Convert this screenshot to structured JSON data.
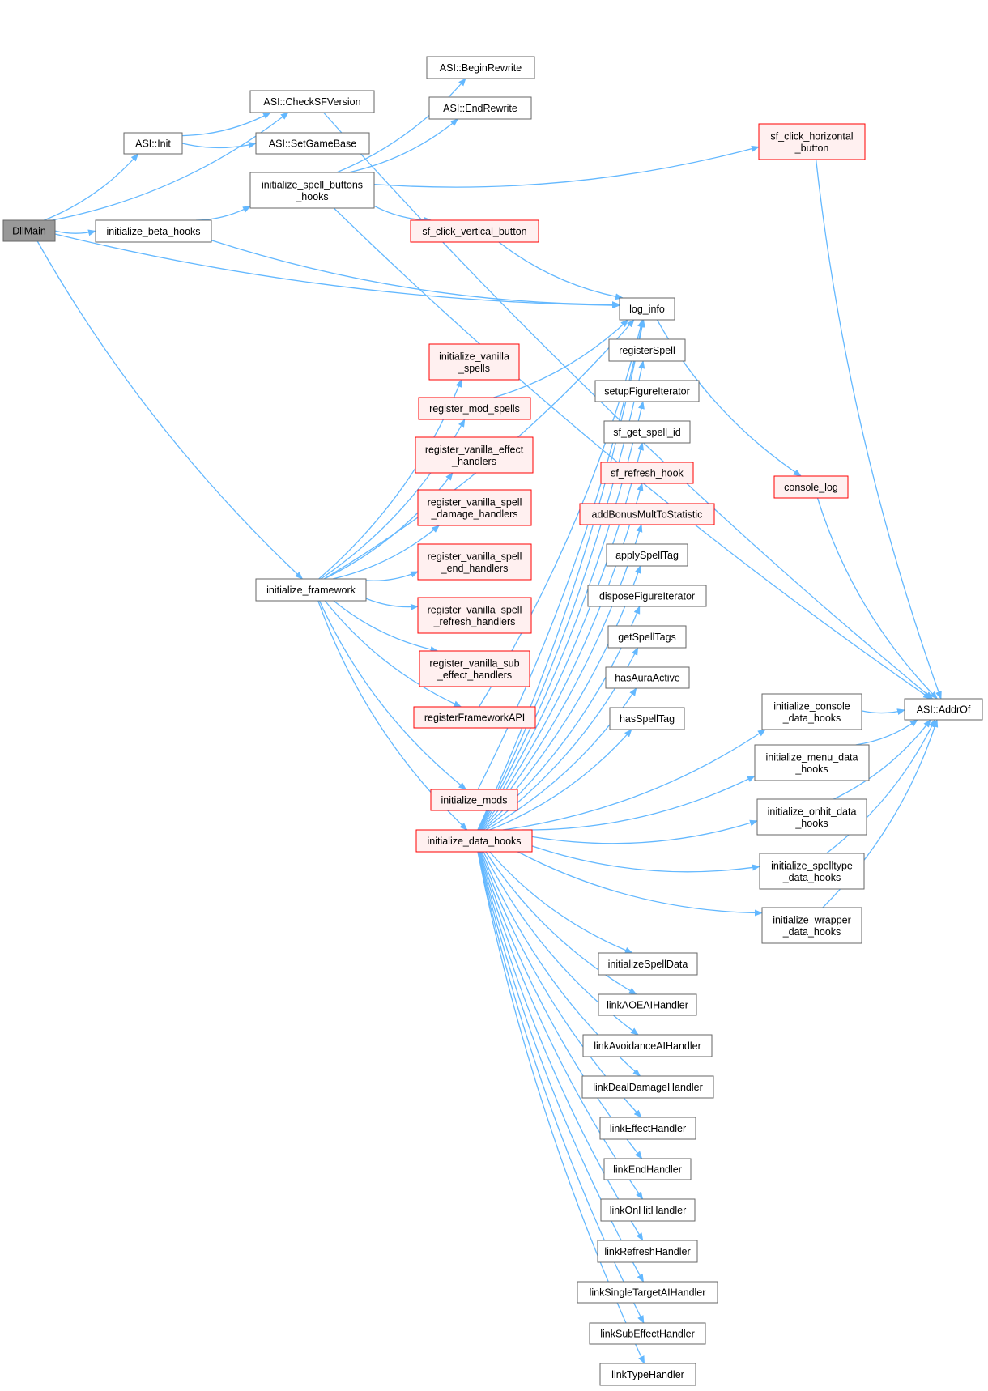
{
  "nodes": [
    {
      "id": "dllmain",
      "lines": [
        "DllMain"
      ],
      "style": "current"
    },
    {
      "id": "asi_init",
      "lines": [
        "ASI::Init"
      ],
      "style": "normal"
    },
    {
      "id": "checksf",
      "lines": [
        "ASI::CheckSFVersion"
      ],
      "style": "normal"
    },
    {
      "id": "setgamebase",
      "lines": [
        "ASI::SetGameBase"
      ],
      "style": "normal"
    },
    {
      "id": "beginrewrite",
      "lines": [
        "ASI::BeginRewrite"
      ],
      "style": "normal"
    },
    {
      "id": "endrewrite",
      "lines": [
        "ASI::EndRewrite"
      ],
      "style": "normal"
    },
    {
      "id": "init_beta",
      "lines": [
        "initialize_beta_hooks"
      ],
      "style": "normal"
    },
    {
      "id": "init_spellbtn",
      "lines": [
        "initialize_spell_buttons",
        "_hooks"
      ],
      "style": "normal"
    },
    {
      "id": "sf_click_horizontal",
      "lines": [
        "sf_click_horizontal",
        "_button"
      ],
      "style": "red"
    },
    {
      "id": "sf_click_vertical",
      "lines": [
        "sf_click_vertical_button"
      ],
      "style": "red"
    },
    {
      "id": "log_info",
      "lines": [
        "log_info"
      ],
      "style": "normal"
    },
    {
      "id": "console_log",
      "lines": [
        "console_log"
      ],
      "style": "red"
    },
    {
      "id": "addrof",
      "lines": [
        "ASI::AddrOf"
      ],
      "style": "normal"
    },
    {
      "id": "init_vanilla_spells",
      "lines": [
        "initialize_vanilla",
        "_spells"
      ],
      "style": "red"
    },
    {
      "id": "reg_mod_spells",
      "lines": [
        "register_mod_spells"
      ],
      "style": "red"
    },
    {
      "id": "reg_effect",
      "lines": [
        "register_vanilla_effect",
        "_handlers"
      ],
      "style": "red"
    },
    {
      "id": "reg_damage",
      "lines": [
        "register_vanilla_spell",
        "_damage_handlers"
      ],
      "style": "red"
    },
    {
      "id": "reg_end",
      "lines": [
        "register_vanilla_spell",
        "_end_handlers"
      ],
      "style": "red"
    },
    {
      "id": "reg_refresh",
      "lines": [
        "register_vanilla_spell",
        "_refresh_handlers"
      ],
      "style": "red"
    },
    {
      "id": "reg_sub",
      "lines": [
        "register_vanilla_sub",
        "_effect_handlers"
      ],
      "style": "red"
    },
    {
      "id": "reg_fwapi",
      "lines": [
        "registerFrameworkAPI"
      ],
      "style": "red"
    },
    {
      "id": "init_mods",
      "lines": [
        "initialize_mods"
      ],
      "style": "red"
    },
    {
      "id": "init_data",
      "lines": [
        "initialize_data_hooks"
      ],
      "style": "red"
    },
    {
      "id": "init_fw",
      "lines": [
        "initialize_framework"
      ],
      "style": "normal"
    },
    {
      "id": "registerspell",
      "lines": [
        "registerSpell"
      ],
      "style": "normal"
    },
    {
      "id": "setupfig",
      "lines": [
        "setupFigureIterator"
      ],
      "style": "normal"
    },
    {
      "id": "sfgetspellid",
      "lines": [
        "sf_get_spell_id"
      ],
      "style": "normal"
    },
    {
      "id": "sfrefresh",
      "lines": [
        "sf_refresh_hook"
      ],
      "style": "red"
    },
    {
      "id": "addbonus",
      "lines": [
        "addBonusMultToStatistic"
      ],
      "style": "red"
    },
    {
      "id": "applyspelltag",
      "lines": [
        "applySpellTag"
      ],
      "style": "normal"
    },
    {
      "id": "disposefig",
      "lines": [
        "disposeFigureIterator"
      ],
      "style": "normal"
    },
    {
      "id": "getspelltags",
      "lines": [
        "getSpellTags"
      ],
      "style": "normal"
    },
    {
      "id": "hasaura",
      "lines": [
        "hasAuraActive"
      ],
      "style": "normal"
    },
    {
      "id": "hasspelltag",
      "lines": [
        "hasSpellTag"
      ],
      "style": "normal"
    },
    {
      "id": "init_console",
      "lines": [
        "initialize_console",
        "_data_hooks"
      ],
      "style": "normal"
    },
    {
      "id": "init_menu",
      "lines": [
        "initialize_menu_data",
        "_hooks"
      ],
      "style": "normal"
    },
    {
      "id": "init_onhit",
      "lines": [
        "initialize_onhit_data",
        "_hooks"
      ],
      "style": "normal"
    },
    {
      "id": "init_spelltype",
      "lines": [
        "initialize_spelltype",
        "_data_hooks"
      ],
      "style": "normal"
    },
    {
      "id": "init_wrapper",
      "lines": [
        "initialize_wrapper",
        "_data_hooks"
      ],
      "style": "normal"
    },
    {
      "id": "initspelldata",
      "lines": [
        "initializeSpellData"
      ],
      "style": "normal"
    },
    {
      "id": "linkaoe",
      "lines": [
        "linkAOEAIHandler"
      ],
      "style": "normal"
    },
    {
      "id": "linkavoid",
      "lines": [
        "linkAvoidanceAIHandler"
      ],
      "style": "normal"
    },
    {
      "id": "linkdeal",
      "lines": [
        "linkDealDamageHandler"
      ],
      "style": "normal"
    },
    {
      "id": "linkeffect",
      "lines": [
        "linkEffectHandler"
      ],
      "style": "normal"
    },
    {
      "id": "linkend",
      "lines": [
        "linkEndHandler"
      ],
      "style": "normal"
    },
    {
      "id": "linkonhit",
      "lines": [
        "linkOnHitHandler"
      ],
      "style": "normal"
    },
    {
      "id": "linkrefresh",
      "lines": [
        "linkRefreshHandler"
      ],
      "style": "normal"
    },
    {
      "id": "linksingle",
      "lines": [
        "linkSingleTargetAIHandler"
      ],
      "style": "normal"
    },
    {
      "id": "linksub",
      "lines": [
        "linkSubEffectHandler"
      ],
      "style": "normal"
    },
    {
      "id": "linktype",
      "lines": [
        "linkTypeHandler"
      ],
      "style": "normal"
    }
  ],
  "edges": [
    [
      "dllmain",
      "checksf"
    ],
    [
      "dllmain",
      "asi_init"
    ],
    [
      "dllmain",
      "init_beta"
    ],
    [
      "dllmain",
      "log_info"
    ],
    [
      "dllmain",
      "init_fw"
    ],
    [
      "asi_init",
      "checksf"
    ],
    [
      "asi_init",
      "setgamebase"
    ],
    [
      "checksf",
      "addrof"
    ],
    [
      "init_beta",
      "init_spellbtn"
    ],
    [
      "init_beta",
      "log_info"
    ],
    [
      "init_spellbtn",
      "beginrewrite"
    ],
    [
      "init_spellbtn",
      "endrewrite"
    ],
    [
      "init_spellbtn",
      "sf_click_horizontal"
    ],
    [
      "init_spellbtn",
      "sf_click_vertical"
    ],
    [
      "init_spellbtn",
      "addrof"
    ],
    [
      "sf_click_horizontal",
      "addrof"
    ],
    [
      "sf_click_vertical",
      "log_info"
    ],
    [
      "log_info",
      "console_log"
    ],
    [
      "console_log",
      "addrof"
    ],
    [
      "init_fw",
      "init_vanilla_spells"
    ],
    [
      "init_fw",
      "reg_mod_spells"
    ],
    [
      "init_fw",
      "reg_effect"
    ],
    [
      "init_fw",
      "reg_damage"
    ],
    [
      "init_fw",
      "reg_end"
    ],
    [
      "init_fw",
      "reg_refresh"
    ],
    [
      "init_fw",
      "reg_sub"
    ],
    [
      "init_fw",
      "reg_fwapi"
    ],
    [
      "init_fw",
      "init_mods"
    ],
    [
      "init_fw",
      "init_data"
    ],
    [
      "init_fw",
      "log_info"
    ],
    [
      "reg_mod_spells",
      "log_info"
    ],
    [
      "reg_fwapi",
      "log_info"
    ],
    [
      "init_mods",
      "log_info"
    ],
    [
      "init_data",
      "log_info"
    ],
    [
      "init_data",
      "registerspell"
    ],
    [
      "init_data",
      "setupfig"
    ],
    [
      "init_data",
      "sfgetspellid"
    ],
    [
      "init_data",
      "sfrefresh"
    ],
    [
      "init_data",
      "addbonus"
    ],
    [
      "init_data",
      "applyspelltag"
    ],
    [
      "init_data",
      "disposefig"
    ],
    [
      "init_data",
      "getspelltags"
    ],
    [
      "init_data",
      "hasaura"
    ],
    [
      "init_data",
      "hasspelltag"
    ],
    [
      "init_data",
      "init_console"
    ],
    [
      "init_data",
      "init_menu"
    ],
    [
      "init_data",
      "init_onhit"
    ],
    [
      "init_data",
      "init_spelltype"
    ],
    [
      "init_data",
      "init_wrapper"
    ],
    [
      "init_data",
      "initspelldata"
    ],
    [
      "init_data",
      "linkaoe"
    ],
    [
      "init_data",
      "linkavoid"
    ],
    [
      "init_data",
      "linkdeal"
    ],
    [
      "init_data",
      "linkeffect"
    ],
    [
      "init_data",
      "linkend"
    ],
    [
      "init_data",
      "linkonhit"
    ],
    [
      "init_data",
      "linkrefresh"
    ],
    [
      "init_data",
      "linksingle"
    ],
    [
      "init_data",
      "linksub"
    ],
    [
      "init_data",
      "linktype"
    ],
    [
      "init_console",
      "addrof"
    ],
    [
      "init_menu",
      "addrof"
    ],
    [
      "init_onhit",
      "addrof"
    ],
    [
      "init_spelltype",
      "addrof"
    ],
    [
      "init_wrapper",
      "addrof"
    ]
  ],
  "colors": {
    "edge": "#63b8ff",
    "current_fill": "#999999",
    "current_border": "#666666",
    "normal_fill": "#ffffff",
    "normal_border": "#666666",
    "red_fill": "#fff0f0",
    "red_border": "#ff0000",
    "text": "#000000"
  }
}
